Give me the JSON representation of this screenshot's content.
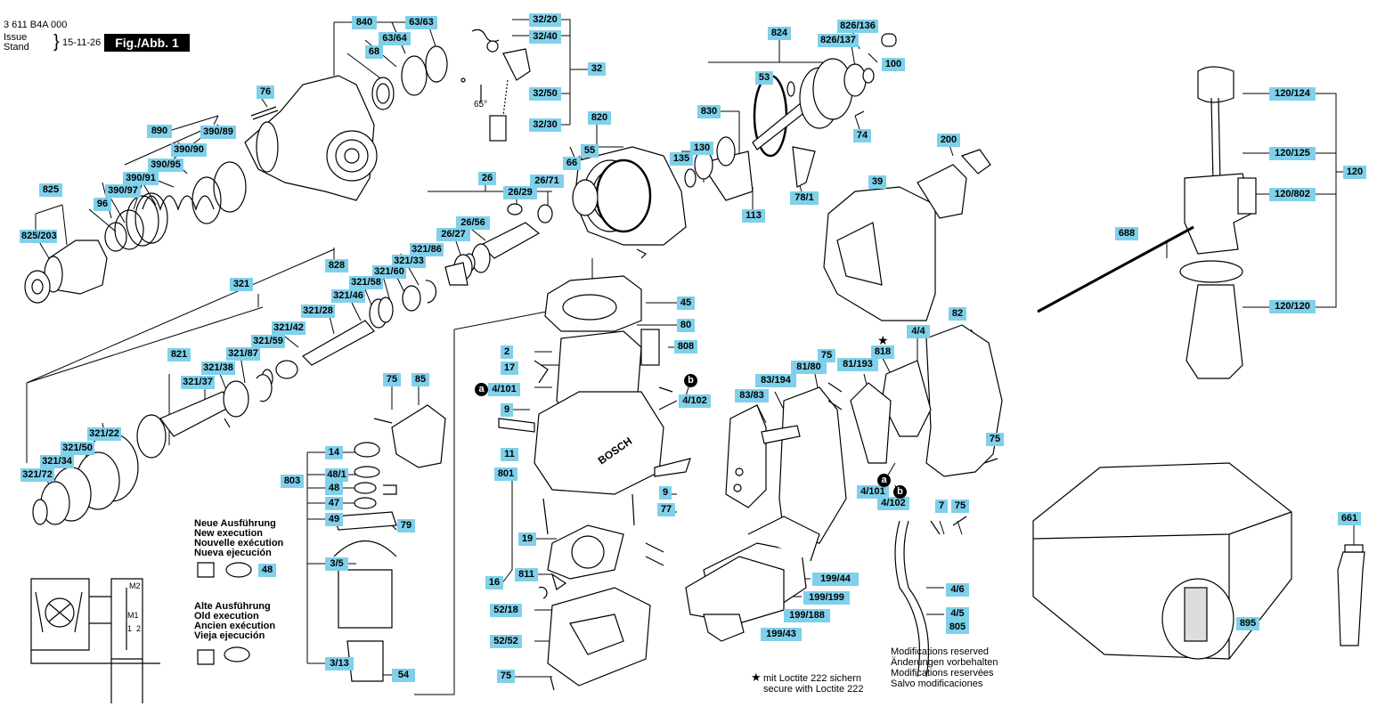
{
  "header": {
    "doc_number": "3 611 B4A 000",
    "issue_label": "Issue",
    "stand_label": "Stand",
    "date": "15-11-26",
    "figure_label": "Fig./Abb. 1"
  },
  "parts": [
    {
      "id": "840",
      "label": "840"
    },
    {
      "id": "63_63",
      "label": "63/63"
    },
    {
      "id": "63_64",
      "label": "63/64"
    },
    {
      "id": "68",
      "label": "68"
    },
    {
      "id": "76",
      "label": "76"
    },
    {
      "id": "890",
      "label": "890"
    },
    {
      "id": "390_89",
      "label": "390/89"
    },
    {
      "id": "390_90",
      "label": "390/90"
    },
    {
      "id": "390_95",
      "label": "390/95"
    },
    {
      "id": "390_91",
      "label": "390/91"
    },
    {
      "id": "390_97",
      "label": "390/97"
    },
    {
      "id": "96",
      "label": "96"
    },
    {
      "id": "825",
      "label": "825"
    },
    {
      "id": "825_203",
      "label": "825/203"
    },
    {
      "id": "32_20",
      "label": "32/20"
    },
    {
      "id": "32_40",
      "label": "32/40"
    },
    {
      "id": "32",
      "label": "32"
    },
    {
      "id": "32_50",
      "label": "32/50"
    },
    {
      "id": "32_30",
      "label": "32/30"
    },
    {
      "id": "820",
      "label": "820"
    },
    {
      "id": "55",
      "label": "55"
    },
    {
      "id": "66",
      "label": "66"
    },
    {
      "id": "26",
      "label": "26"
    },
    {
      "id": "26_29",
      "label": "26/29"
    },
    {
      "id": "26_71",
      "label": "26/71"
    },
    {
      "id": "26_56",
      "label": "26/56"
    },
    {
      "id": "26_27",
      "label": "26/27"
    },
    {
      "id": "828",
      "label": "828"
    },
    {
      "id": "321_86",
      "label": "321/86"
    },
    {
      "id": "321_33",
      "label": "321/33"
    },
    {
      "id": "321_60",
      "label": "321/60"
    },
    {
      "id": "321_58",
      "label": "321/58"
    },
    {
      "id": "321_46",
      "label": "321/46"
    },
    {
      "id": "321",
      "label": "321"
    },
    {
      "id": "321_42",
      "label": "321/42"
    },
    {
      "id": "321_28",
      "label": "321/28"
    },
    {
      "id": "321_59",
      "label": "321/59"
    },
    {
      "id": "821",
      "label": "821"
    },
    {
      "id": "321_87",
      "label": "321/87"
    },
    {
      "id": "321_38",
      "label": "321/38"
    },
    {
      "id": "321_37",
      "label": "321/37"
    },
    {
      "id": "321_22",
      "label": "321/22"
    },
    {
      "id": "321_50",
      "label": "321/50"
    },
    {
      "id": "321_34",
      "label": "321/34"
    },
    {
      "id": "321_72",
      "label": "321/72"
    },
    {
      "id": "824",
      "label": "824"
    },
    {
      "id": "826_136",
      "label": "826/136"
    },
    {
      "id": "826_137",
      "label": "826/137"
    },
    {
      "id": "53",
      "label": "53"
    },
    {
      "id": "100",
      "label": "100"
    },
    {
      "id": "830",
      "label": "830"
    },
    {
      "id": "130",
      "label": "130"
    },
    {
      "id": "135",
      "label": "135"
    },
    {
      "id": "74",
      "label": "74"
    },
    {
      "id": "78_1",
      "label": "78/1"
    },
    {
      "id": "113",
      "label": "113"
    },
    {
      "id": "200",
      "label": "200"
    },
    {
      "id": "39",
      "label": "39"
    },
    {
      "id": "45",
      "label": "45"
    },
    {
      "id": "80",
      "label": "80"
    },
    {
      "id": "808",
      "label": "808"
    },
    {
      "id": "2",
      "label": "2"
    },
    {
      "id": "17",
      "label": "17"
    },
    {
      "id": "4_101a",
      "label": "4/101"
    },
    {
      "id": "4_102a",
      "label": "4/102"
    },
    {
      "id": "9a",
      "label": "9"
    },
    {
      "id": "11",
      "label": "11"
    },
    {
      "id": "801",
      "label": "801"
    },
    {
      "id": "9b",
      "label": "9"
    },
    {
      "id": "77",
      "label": "77"
    },
    {
      "id": "19",
      "label": "19"
    },
    {
      "id": "16",
      "label": "16"
    },
    {
      "id": "811",
      "label": "811"
    },
    {
      "id": "52_18",
      "label": "52/18"
    },
    {
      "id": "52_52",
      "label": "52/52"
    },
    {
      "id": "75a",
      "label": "75"
    },
    {
      "id": "75b",
      "label": "75"
    },
    {
      "id": "85",
      "label": "85"
    },
    {
      "id": "14",
      "label": "14"
    },
    {
      "id": "48_1",
      "label": "48/1"
    },
    {
      "id": "48a",
      "label": "48"
    },
    {
      "id": "47",
      "label": "47"
    },
    {
      "id": "49",
      "label": "49"
    },
    {
      "id": "79",
      "label": "79"
    },
    {
      "id": "803",
      "label": "803"
    },
    {
      "id": "3_5",
      "label": "3/5"
    },
    {
      "id": "3_13",
      "label": "3/13"
    },
    {
      "id": "54",
      "label": "54"
    },
    {
      "id": "48b",
      "label": "48"
    },
    {
      "id": "82",
      "label": "82"
    },
    {
      "id": "4_4",
      "label": "4/4"
    },
    {
      "id": "818",
      "label": "818"
    },
    {
      "id": "75c",
      "label": "75"
    },
    {
      "id": "81_80",
      "label": "81/80"
    },
    {
      "id": "81_193",
      "label": "81/193"
    },
    {
      "id": "83_194",
      "label": "83/194"
    },
    {
      "id": "83_83",
      "label": "83/83"
    },
    {
      "id": "75d",
      "label": "75"
    },
    {
      "id": "4_101b",
      "label": "4/101"
    },
    {
      "id": "4_102b",
      "label": "4/102"
    },
    {
      "id": "7",
      "label": "7"
    },
    {
      "id": "75e",
      "label": "75"
    },
    {
      "id": "199_44",
      "label": "199/44"
    },
    {
      "id": "199_199",
      "label": "199/199"
    },
    {
      "id": "199_188",
      "label": "199/188"
    },
    {
      "id": "199_43",
      "label": "199/43"
    },
    {
      "id": "4_6",
      "label": "4/6"
    },
    {
      "id": "4_5",
      "label": "4/5"
    },
    {
      "id": "805",
      "label": "805"
    },
    {
      "id": "120_124",
      "label": "120/124"
    },
    {
      "id": "120_125",
      "label": "120/125"
    },
    {
      "id": "120",
      "label": "120"
    },
    {
      "id": "120_802",
      "label": "120/802"
    },
    {
      "id": "688",
      "label": "688"
    },
    {
      "id": "120_120",
      "label": "120/120"
    },
    {
      "id": "661",
      "label": "661"
    },
    {
      "id": "895",
      "label": "895"
    }
  ],
  "marker_a": "a",
  "marker_b": "b",
  "angle_label": "65°",
  "new_version": {
    "de": "Neue Ausführung",
    "en": "New execution",
    "fr": "Nouvelle exécution",
    "es": "Nueva ejecución",
    "part": "48"
  },
  "old_version": {
    "de": "Alte Ausführung",
    "en": "Old execution",
    "fr": "Ancien exécution",
    "es": "Vieja ejecución"
  },
  "loctite": {
    "symbol": "★",
    "de": "mit Loctite 222 sichern",
    "en": "secure with Loctite 222"
  },
  "modifications": {
    "en": "Modifications reserved",
    "de": "Änderungen vorbehalten",
    "fr": "Modifications reservées",
    "es": "Salvo modificaciones"
  },
  "wiring": {
    "m2": "M2",
    "m1": "M1",
    "t1": "1",
    "t2": "2"
  },
  "brand_text": "BOSCH"
}
